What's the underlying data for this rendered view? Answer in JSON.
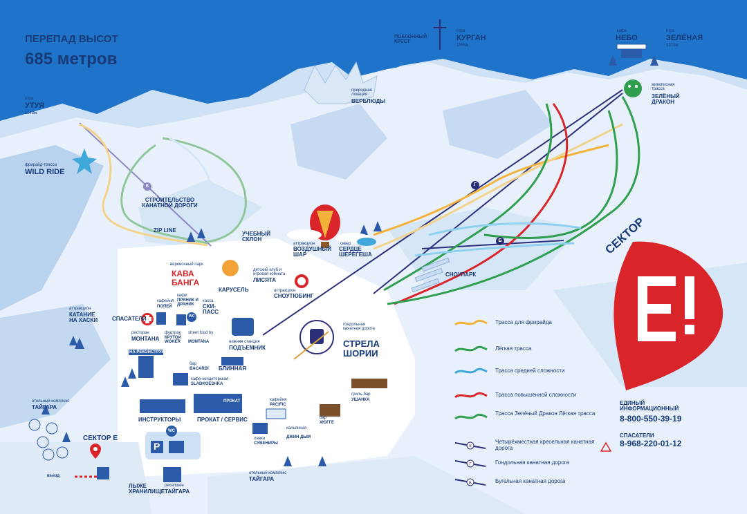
{
  "header": {
    "drop_label": "ПЕРЕПАД ВЫСОТ",
    "drop_value": "685 метров"
  },
  "peaks": {
    "utuya_prefix": "гора",
    "utuya_name": "УТУЯ",
    "utuya_alt": "1143м",
    "kurgan_prefix": "гора",
    "kurgan_name": "КУРГАН",
    "kurgan_alt": "1555м",
    "zelenaya_prefix": "гора",
    "zelenaya_name": "ЗЕЛЁНАЯ",
    "zelenaya_alt": "1370м",
    "cafe_prefix": "кафе",
    "cafe_name": "НЕБО",
    "cross": "ПОКЛОННЫЙ КРЕСТ",
    "camels_prefix": "природная локация",
    "camels_name": "ВЕРБЛЮДЫ"
  },
  "places": {
    "freeride_prefix": "фрирайд-трасса",
    "freeride_name": "WILD RIDE",
    "construction": "СТРОИТЕЛЬСТВО КАНАТНОЙ ДОРОГИ",
    "zipline": "ZIP LINE",
    "training_slope": "УЧЕБНЫЙ СКЛОН",
    "balloon_prefix": "аттракцион",
    "balloon_name": "ВОЗДУШНЫЙ ШАР",
    "heart_prefix": "сквер",
    "heart_name": "СЕРДЦЕ ШЕРЕГЕША",
    "dragon_prefix": "живописная трасса",
    "dragon_name": "ЗЕЛЁНЫЙ ДРАКОН",
    "snowpark": "СНОУПАРК",
    "ropepark_prefix": "веревочный парк",
    "ropepark_name": "КАВА БАНГА",
    "kidsclub_prefix": "детский клуб и игровая комната",
    "kidsclub_name": "ЛИСЯТА",
    "carousel": "КАРУСЕЛЬ",
    "tubing_prefix": "аттракцион",
    "tubing_name": "СНОУТЮБИНГ",
    "husky_prefix": "аттракцион",
    "husky_name": "КАТАНИЕ НА ХАСКИ",
    "rescuers": "СПАСАТЕЛИ",
    "cafe_popey_prefix": "кафейня",
    "cafe_popey": "ПОПЕЙ",
    "pryanik_prefix": "кафе",
    "pryanik": "ПРЯНИК И ДРАНИК",
    "skipass_prefix": "касса",
    "skipass": "СКИ-ПАСС",
    "montana_prefix": "ресторан",
    "montana": "МОНТАНА",
    "woker_prefix": "фудтрак",
    "woker": "КРУТОЙ WOKER",
    "streetfood_prefix": "street food by",
    "streetfood": "MONTANA",
    "lower_station_prefix": "нижняя станция",
    "lower_station": "ПОДЪЕМНИК",
    "gondola_prefix": "гондольная канатная дорога",
    "gondola_name": "СТРЕЛА ШОРИИ",
    "reconstruction": "НА РЕКОНСТРУКЦИИ",
    "bar_prefix": "бар",
    "bacardi": "BACARDI",
    "blinnaya": "БЛИННАЯ",
    "sladkoeshka_prefix": "кафе-кондитерская",
    "sladkoeshka": "SLADKOESHKA",
    "grill_prefix": "гриль-бар",
    "ushanka": "УШАНКА",
    "pacific_prefix": "кафейня",
    "pacific": "PACIFIC",
    "hyuge_prefix": "бар",
    "hyuge": "ХЮГГЕ",
    "dzhin_prefix": "кальянная",
    "dzhin": "ДЖИН ДЫМ",
    "souvenirs_prefix": "лавка",
    "souvenirs": "СУВЕНИРЫ",
    "instructors": "ИНСТРУКТОРЫ",
    "rental": "ПРОКАТ / СЕРВИС",
    "rental_sign": "ПРОКАТ",
    "taigara_prefix": "отельный комплекс",
    "taigara": "ТАЙГАРА",
    "taigara2_prefix": "отельный комплекс",
    "taigara2": "ТАЙГАРА",
    "sector_e": "СЕКТОР Е",
    "entrance": "въезд",
    "ski_storage": "ЛЫЖЕ ХРАНИЛИЩЕ",
    "reception_prefix": "ресепшен",
    "reception": "ТАЙГАРА",
    "wc": "WC",
    "parking": "P"
  },
  "lift_markers": {
    "k": "К",
    "g": "Г",
    "b": "Б"
  },
  "brand": {
    "sector_word": "СЕКТОР",
    "sector_letter": "E!"
  },
  "legend": {
    "items": [
      {
        "label": "Трасса для фрирайда",
        "color": "#f3b23a"
      },
      {
        "label": "Лёгкая трасса",
        "color": "#2f9e4f"
      },
      {
        "label": "Трасса средней сложности",
        "color": "#3fa7d9"
      },
      {
        "label": "Трасса повышенной сложности",
        "color": "#d9252a"
      },
      {
        "label": "Трасса Зелёный Дракон Лёгкая трасса",
        "color": "#2f9e4f"
      },
      {
        "label": "Четырёхместная кресельная канатная дорога",
        "color": "#2b2f7a"
      },
      {
        "label": "Гондольная канатная дорога",
        "color": "#2b2f7a"
      },
      {
        "label": "Бугельная канатная дорога",
        "color": "#2b2f7a"
      }
    ]
  },
  "contacts": {
    "info_label": "ЕДИНЫЙ ИНФОРМАЦИОННЫЙ",
    "info_phone": "8-800-550-39-19",
    "rescue_label": "СПАСАТЕЛИ",
    "rescue_phone": "8-968-220-01-12"
  },
  "colors": {
    "sky": "#1f74c9",
    "snow": "#e8f1fb",
    "ink": "#173a78",
    "brand_red": "#d9252a"
  }
}
